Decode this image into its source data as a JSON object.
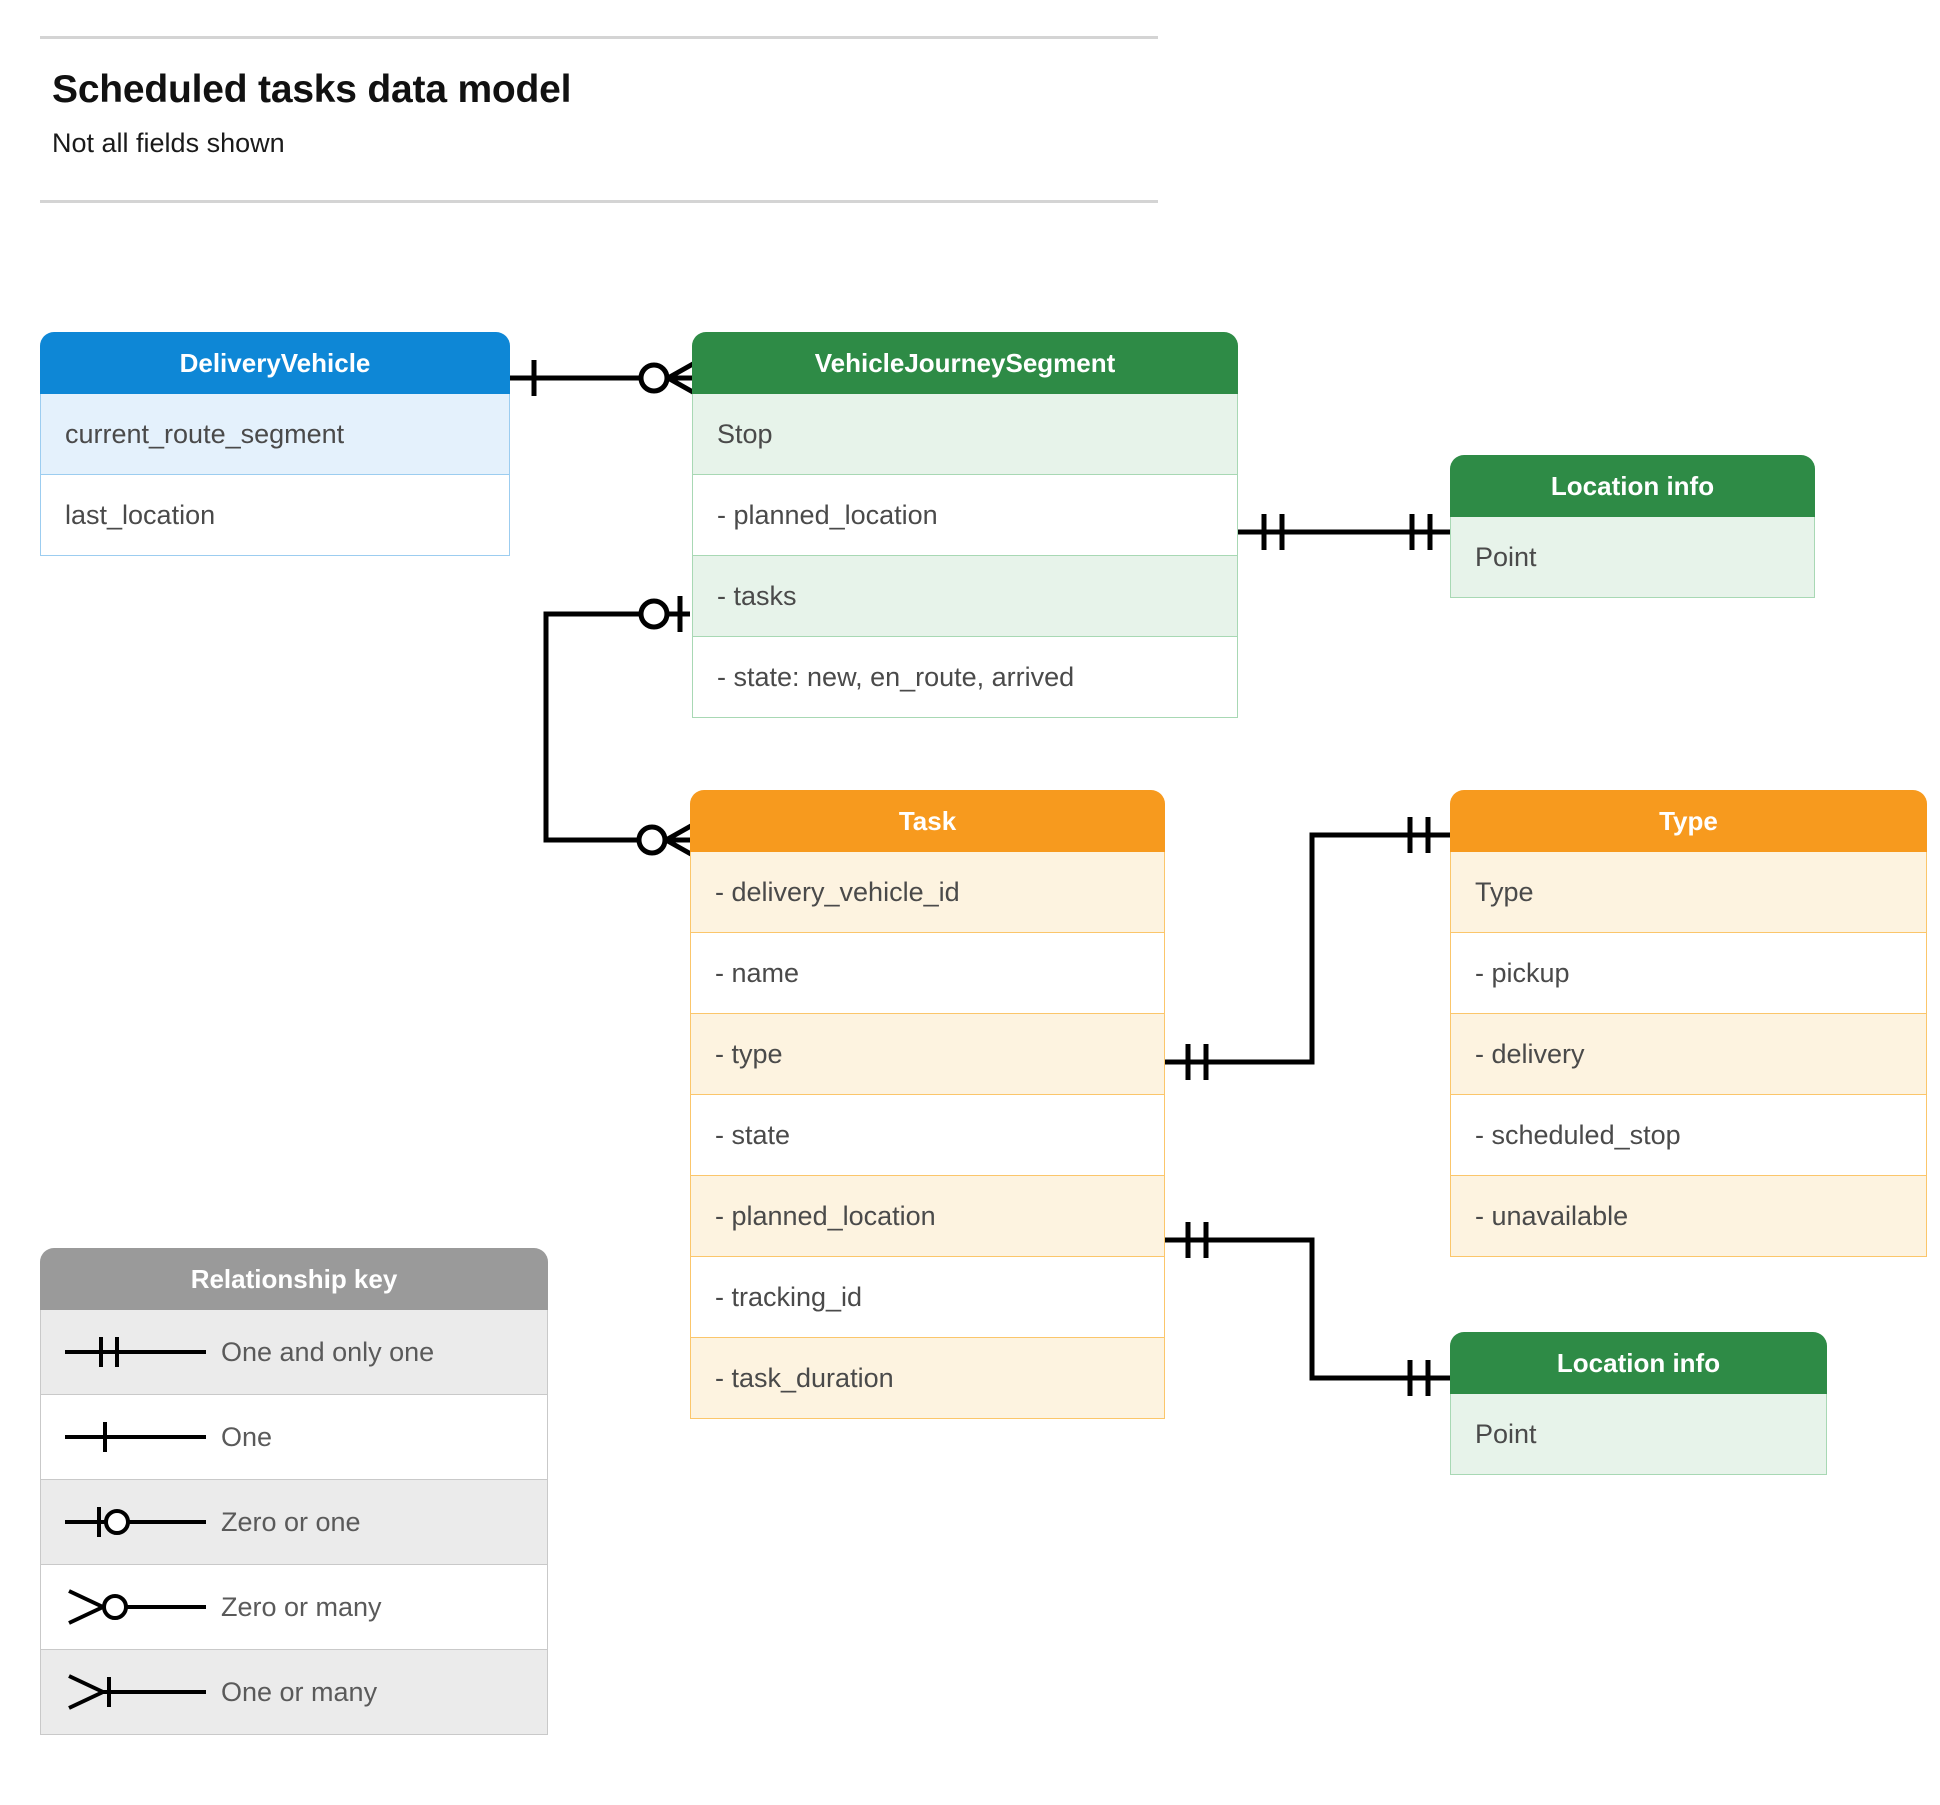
{
  "header": {
    "title": "Scheduled tasks data model",
    "subtitle": "Not all fields shown"
  },
  "colors": {
    "blue_header": "#0e87d6",
    "blue_row_alt": "#e4f1fc",
    "blue_border": "#9ccdf0",
    "green_header": "#2e8b46",
    "green_row_alt": "#e7f3ea",
    "green_border": "#a8d8b4",
    "orange_header": "#f79a1e",
    "orange_row_alt": "#fdf3e0",
    "orange_border": "#fbc66b",
    "grey_header": "#9a9a9a",
    "grey_row_alt": "#ebebeb",
    "grey_border": "#c9c9c9",
    "connector": "#000000",
    "text": "#4a4a4a"
  },
  "entities": [
    {
      "id": "deliveryvehicle",
      "title": "DeliveryVehicle",
      "theme": "blue",
      "rows": [
        "current_route_segment",
        "last_location"
      ]
    },
    {
      "id": "vjs",
      "title": "VehicleJourneySegment",
      "theme": "green",
      "rows": [
        "Stop",
        "-  planned_location",
        "- tasks",
        "- state: new, en_route, arrived"
      ]
    },
    {
      "id": "locationinfo-1",
      "title": "Location info",
      "theme": "green",
      "rows": [
        "Point"
      ]
    },
    {
      "id": "task",
      "title": "Task",
      "theme": "orange",
      "rows": [
        "- delivery_vehicle_id",
        "- name",
        "- type",
        "- state",
        "- planned_location",
        "- tracking_id",
        "- task_duration"
      ]
    },
    {
      "id": "type",
      "title": "Type",
      "theme": "orange",
      "rows": [
        "Type",
        "-   pickup",
        "-   delivery",
        "-   scheduled_stop",
        "-   unavailable"
      ]
    },
    {
      "id": "locationinfo-2",
      "title": "Location info",
      "theme": "green",
      "rows": [
        "Point"
      ]
    }
  ],
  "legend": {
    "title": "Relationship key",
    "items": [
      {
        "label": "One and only one",
        "symbol": "one-and-only-one"
      },
      {
        "label": "One",
        "symbol": "one"
      },
      {
        "label": "Zero or one",
        "symbol": "zero-or-one"
      },
      {
        "label": "Zero or many",
        "symbol": "zero-or-many"
      },
      {
        "label": "One or many",
        "symbol": "one-or-many"
      }
    ]
  },
  "relationships": [
    {
      "id": "dv-vjs",
      "from": "DeliveryVehicle",
      "to": "VehicleJourneySegment",
      "from_cardinality": "one",
      "to_cardinality": "zero-or-many"
    },
    {
      "id": "vjs-location",
      "from": "VehicleJourneySegment.planned_location",
      "to": "Location info",
      "from_cardinality": "one-and-only-one",
      "to_cardinality": "one-and-only-one"
    },
    {
      "id": "vjs-tasks",
      "from": "VehicleJourneySegment.tasks",
      "to": "Task",
      "from_cardinality": "zero-or-one",
      "to_cardinality": "zero-or-many"
    },
    {
      "id": "task-type",
      "from": "Task.type",
      "to": "Type",
      "from_cardinality": "one-and-only-one",
      "to_cardinality": "one-and-only-one"
    },
    {
      "id": "task-location",
      "from": "Task.planned_location",
      "to": "Location info",
      "from_cardinality": "one-and-only-one",
      "to_cardinality": "one-and-only-one"
    }
  ]
}
